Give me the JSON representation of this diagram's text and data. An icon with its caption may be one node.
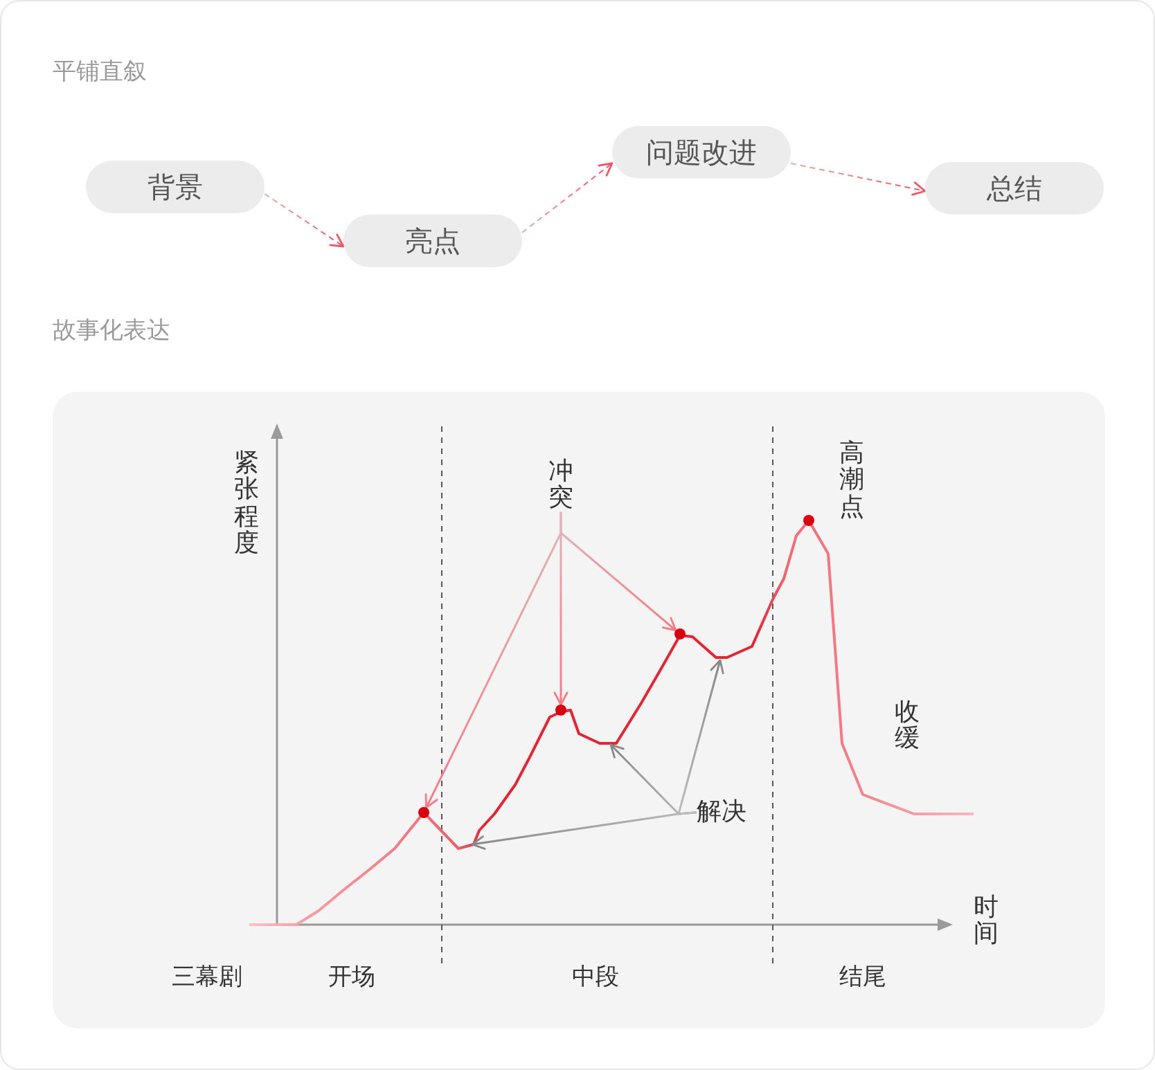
{
  "diagram": {
    "nodes": [
      {
        "text": [
          "背景"
        ]
      },
      {
        "text": [
          "亮点"
        ]
      },
      {
        "text": [
          "问题改进"
        ]
      },
      {
        "text": [
          "总结"
        ]
      },
      {
        "text": [
          "冲突"
        ]
      },
      {
        "text": [],
        "shape": "circle"
      },
      {
        "text": [],
        "shape": "circle"
      },
      {
        "text": [],
        "shape": "circle"
      },
      {
        "text": [
          "解决"
        ]
      }
    ],
    "edges": [
      {
        "from": 0,
        "to": 1,
        "arrow": "to",
        "style": "dashed",
        "color": "#ee5566"
      },
      {
        "from": 1,
        "to": 2,
        "arrow": "to",
        "style": "dashed",
        "color": "#ee5566"
      },
      {
        "from": 2,
        "to": 3,
        "arrow": "to",
        "style": "dashed",
        "color": "#ee5566"
      },
      {
        "from": 4,
        "to": 5,
        "arrow": "to",
        "color": "#f57a85"
      },
      {
        "from": 4,
        "to": 6,
        "arrow": "to",
        "color": "#f57a85"
      },
      {
        "from": 4,
        "to": 7,
        "arrow": "to",
        "color": "#f57a85"
      },
      {
        "from": 8,
        "to": null,
        "arrow": "to",
        "color": "#888888"
      },
      {
        "from": 8,
        "to": null,
        "arrow": "to",
        "color": "#888888"
      },
      {
        "from": 8,
        "to": null,
        "arrow": "to",
        "color": "#888888"
      }
    ],
    "labels": [
      "平铺直叙",
      "故事化表达",
      "紧张程度",
      "高潮点",
      "收缓",
      "时间",
      "三幕剧",
      "开场",
      "中段",
      "结尾"
    ]
  }
}
